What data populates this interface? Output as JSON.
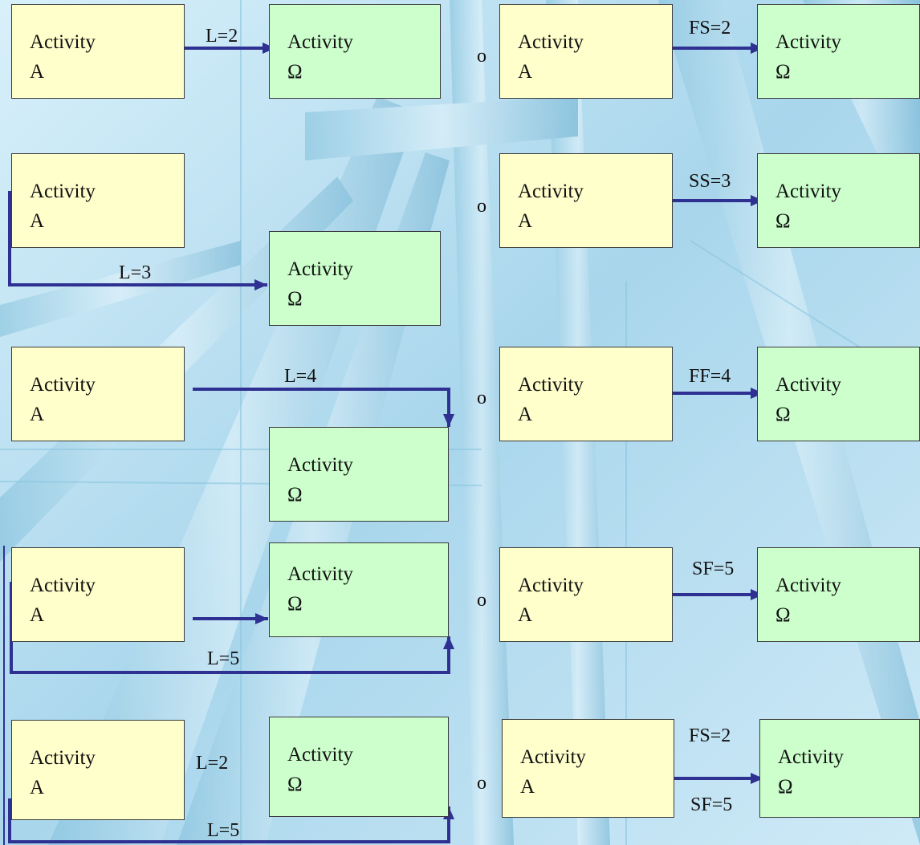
{
  "accent_color": "#2e3192",
  "box_colors": {
    "activity_a": "#ffffcc",
    "activity_omega": "#ccffcc"
  },
  "rows": [
    {
      "left": {
        "pred": [
          "Activity",
          "A"
        ],
        "succ": [
          "Activity",
          "Ω"
        ],
        "lags": [
          "L=2"
        ]
      },
      "or": "o",
      "right": {
        "pred": [
          "Activity",
          "A"
        ],
        "succ": [
          "Activity",
          "Ω"
        ],
        "relations": [
          "FS=2"
        ]
      }
    },
    {
      "left": {
        "pred": [
          "Activity",
          "A"
        ],
        "succ": [
          "Activity",
          "Ω"
        ],
        "lags": [
          "L=3"
        ]
      },
      "or": "o",
      "right": {
        "pred": [
          "Activity",
          "A"
        ],
        "succ": [
          "Activity",
          "Ω"
        ],
        "relations": [
          "SS=3"
        ]
      }
    },
    {
      "left": {
        "pred": [
          "Activity",
          "A"
        ],
        "succ": [
          "Activity",
          "Ω"
        ],
        "lags": [
          "L=4"
        ]
      },
      "or": "o",
      "right": {
        "pred": [
          "Activity",
          "A"
        ],
        "succ": [
          "Activity",
          "Ω"
        ],
        "relations": [
          "FF=4"
        ]
      }
    },
    {
      "left": {
        "pred": [
          "Activity",
          "A"
        ],
        "succ": [
          "Activity",
          "Ω"
        ],
        "lags": [
          "L=5"
        ]
      },
      "or": "o",
      "right": {
        "pred": [
          "Activity",
          "A"
        ],
        "succ": [
          "Activity",
          "Ω"
        ],
        "relations": [
          "SF=5"
        ]
      }
    },
    {
      "left": {
        "pred": [
          "Activity",
          "A"
        ],
        "succ": [
          "Activity",
          "Ω"
        ],
        "lags": [
          "L=2",
          "L=5"
        ]
      },
      "or": "o",
      "right": {
        "pred": [
          "Activity",
          "A"
        ],
        "succ": [
          "Activity",
          "Ω"
        ],
        "relations": [
          "FS=2",
          "SF=5"
        ]
      }
    }
  ]
}
